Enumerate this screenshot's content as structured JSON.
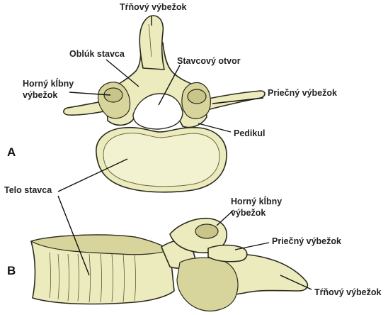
{
  "views": {
    "a": "A",
    "b": "B"
  },
  "labels": {
    "spinous_top": "Tŕňový výbežok",
    "lamina": "Oblúk stavca",
    "vertebral_foramen": "Stavcový otvor",
    "superior_articular_a_line1": "Horný kĺbny",
    "superior_articular_a_line2": "výbežok",
    "transverse_a": "Priečný výbežok",
    "pedicle": "Pedikul",
    "body": "Telo stavca",
    "superior_articular_b_line1": "Horný kĺbny",
    "superior_articular_b_line2": "výbežok",
    "transverse_b": "Priečný výbežok",
    "spinous_b": "Tŕňový výbežok"
  },
  "colors": {
    "bone": "#ecebbe",
    "bone_shade": "#d8d59c",
    "outline": "#2c2a1c",
    "label_text": "#222222"
  }
}
